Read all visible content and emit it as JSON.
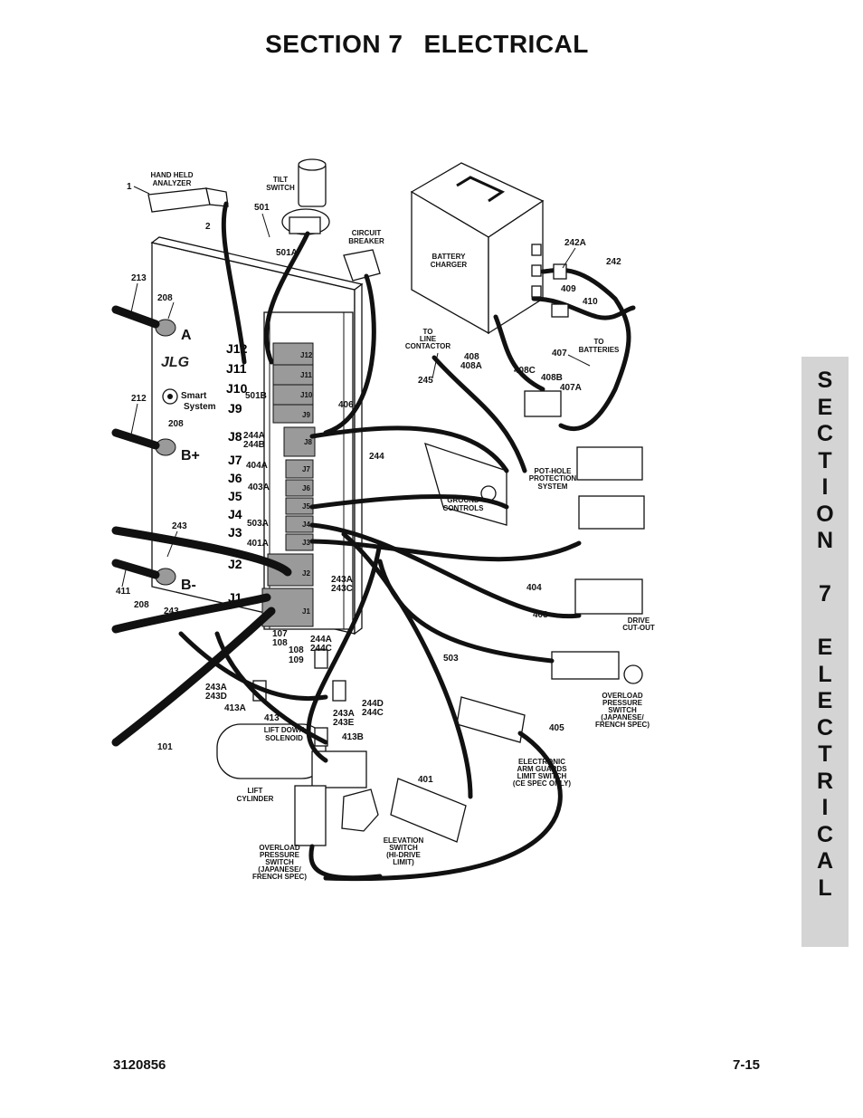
{
  "header": {
    "section": "SECTION 7",
    "title": "ELECTRICAL"
  },
  "side_tab": {
    "letters": [
      "S",
      "E",
      "C",
      "T",
      "I",
      "O",
      "N",
      "",
      "7",
      "",
      "E",
      "L",
      "E",
      "C",
      "T",
      "R",
      "I",
      "C",
      "A",
      "L"
    ]
  },
  "footer": {
    "doc_number": "3120856",
    "page_number": "7-15"
  },
  "components": {
    "hand_held_analyzer": [
      "HAND HELD",
      "ANALYZER"
    ],
    "tilt_switch": [
      "TILT",
      "SWITCH"
    ],
    "circuit_breaker": [
      "CIRCUIT",
      "BREAKER"
    ],
    "battery_charger": [
      "BATTERY",
      "CHARGER"
    ],
    "to_line_contactor": [
      "TO",
      "LINE",
      "CONTACTOR"
    ],
    "to_batteries": [
      "TO",
      "BATTERIES"
    ],
    "pot_hole": [
      "POT-HOLE",
      "PROTECTION",
      "SYSTEM"
    ],
    "ground_controls": [
      "GROUND",
      "CONTROLS"
    ],
    "drive_cutout": [
      "DRIVE",
      "CUT-OUT"
    ],
    "overload_switch_right": [
      "OVERLOAD",
      "PRESSURE",
      "SWITCH",
      "(JAPANESE/",
      "FRENCH SPEC)"
    ],
    "arm_guards": [
      "ELECTRONIC",
      "ARM GUARDS",
      "LIMIT SWITCH",
      "(CE SPEC ONLY)"
    ],
    "elevation_switch": [
      "ELEVATION",
      "SWITCH",
      "(HI-DRIVE",
      "LIMIT)"
    ],
    "lift_down_solenoid": [
      "LIFT DOWN",
      "SOLENOID"
    ],
    "lift_cylinder": [
      "LIFT",
      "CYLINDER"
    ],
    "overload_switch_left": [
      "OVERLOAD",
      "PRESSURE",
      "SWITCH",
      "(JAPANESE/",
      "FRENCH SPEC)"
    ]
  },
  "controller": {
    "brand": "JLG",
    "smart_system": [
      "Smart",
      "System"
    ],
    "terminals": {
      "a": "A",
      "b_plus": "B+",
      "b_minus": "B-"
    },
    "jacks": [
      "J12",
      "J11",
      "J10",
      "J9",
      "J8",
      "J7",
      "J6",
      "J5",
      "J4",
      "J3",
      "J2",
      "J1"
    ],
    "jack_tags": [
      "J12",
      "J11",
      "J10",
      "J9",
      "J8",
      "J7",
      "J6",
      "J5",
      "J4",
      "J3",
      "J2",
      "J1"
    ]
  },
  "callouts": {
    "c1": "1",
    "c2": "2",
    "c213": "213",
    "c208a": "208",
    "c212": "212",
    "c208b": "208",
    "c243a": "243",
    "c411": "411",
    "c208c": "208",
    "c243b": "243",
    "c101": "101",
    "c501": "501",
    "c501a": "501A",
    "c501b": "501B",
    "c406": "406",
    "c244a_244b": [
      "244A",
      "244B"
    ],
    "c404a": "404A",
    "c403a": "403A",
    "c503a": "503A",
    "c401a": "401A",
    "c244": "244",
    "c243a_243c": [
      "243A",
      "243C"
    ],
    "c107_108": [
      "107",
      "108"
    ],
    "c108_109": [
      "108",
      "109"
    ],
    "c244a_244c": [
      "244A",
      "244C"
    ],
    "c243a_243d": [
      "243A",
      "243D"
    ],
    "c413a": "413A",
    "c413": "413",
    "c243a_243e": [
      "243A",
      "243E"
    ],
    "c244d_244c": [
      "244D",
      "244C"
    ],
    "c413b": "413B",
    "c242a": "242A",
    "c242": "242",
    "c409": "409",
    "c410": "410",
    "c408_408a": [
      "408",
      "408A"
    ],
    "c245": "245",
    "c407": "407",
    "c408c": "408C",
    "c408b": "408B",
    "c407a": "407A",
    "c404": "404",
    "c403": "403",
    "c503": "503",
    "c405": "405",
    "c401": "401"
  }
}
